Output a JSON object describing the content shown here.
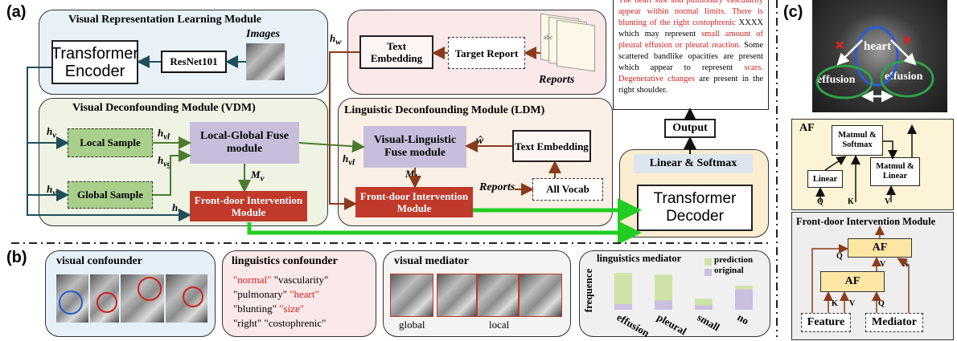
{
  "labels": {
    "a": "(a)",
    "b": "(b)",
    "c": "(c)"
  },
  "vrl": {
    "title": "Visual Representation Learning Module",
    "images": "Images",
    "resnet": "ResNet101",
    "encoder": "Transformer Encoder"
  },
  "vdm": {
    "title": "Visual Deconfounding Module (VDM)",
    "local": "Local Sample",
    "global": "Global Sample",
    "fuse": "Local-Global Fuse module",
    "fdi": "Front-door Intervention Module",
    "hv": "h",
    "hv_sub": "v",
    "hvl": "h",
    "hvl_sub": "vl",
    "hvg": "h",
    "hvg_sub": "vg",
    "mv": "M",
    "mv_sub": "v"
  },
  "top": {
    "hw": "h",
    "hw_sub": "w",
    "text_embedding": "Text Embedding",
    "target_report": "Target Report",
    "reports": "Reports",
    "doc_text": "abc"
  },
  "ldm": {
    "title": "Linguistic Deconfounding Module (LDM)",
    "vl_fuse": "Visual-Linguistic Fuse module",
    "text_embedding": "Text Embedding",
    "fdi": "Front-door Intervention Module",
    "all_vocab": "All Vocab",
    "reports": "Reports",
    "w_hat": "ŵ",
    "hvl": "h",
    "hvl_sub": "vl",
    "ml": "M",
    "ml_sub": "l"
  },
  "report_text": [
    {
      "t": "The heart size and pulmonary vascularity appear within normal limits. There is blunting of the right costophrenic",
      "red": true
    },
    {
      "t": " XXXX which may represent ",
      "red": false
    },
    {
      "t": "small amount of pleural effusion or pleural reaction.",
      "red": true
    },
    {
      "t": " Some scattered bandlike opacities are present which appear to represent ",
      "red": false
    },
    {
      "t": "scars. Degenerative changes",
      "red": true
    },
    {
      "t": " are present in the right shoulder.",
      "red": false
    }
  ],
  "decoder": {
    "output": "Output",
    "linear_softmax": "Linear & Softmax",
    "decoder": "Transformer Decoder"
  },
  "panel_b": {
    "visual_confounder": "visual confounder",
    "linguistics_confounder": "linguistics confounder",
    "words": [
      [
        {
          "w": "\"normal\"",
          "red": true
        },
        {
          "w": "\"vascularity\"",
          "red": false
        }
      ],
      [
        {
          "w": "\"pulmonary\"",
          "red": false
        },
        {
          "w": "\"heart\"",
          "red": true
        }
      ],
      [
        {
          "w": "\"blunting\"",
          "red": false
        },
        {
          "w": "\"size\"",
          "red": true
        }
      ],
      [
        {
          "w": "\"right\"",
          "red": false
        },
        {
          "w": "\"costophrenic\"",
          "red": false
        }
      ]
    ],
    "visual_mediator": "visual mediator",
    "global": "global",
    "local": "local",
    "linguistics_mediator": "linguistics mediator",
    "legend_prediction": "prediction",
    "legend_original": "original",
    "frequence": "frequence",
    "bar_labels": [
      "effusion",
      "pleural",
      "small",
      "no"
    ],
    "bars": [
      {
        "prediction": 0.85,
        "original": 0.15
      },
      {
        "prediction": 0.7,
        "original": 0.25
      },
      {
        "prediction": 0.18,
        "original": 0.12
      },
      {
        "prediction": 0.1,
        "original": 0.55
      }
    ],
    "colors": {
      "prediction": "#cfe3a8",
      "original": "#c9bfdf"
    }
  },
  "panel_c": {
    "heart": "heart",
    "effusion_left": "effusion",
    "effusion_right": "effusion",
    "af_title": "AF",
    "matmul_softmax": "Matmul & Softmax",
    "linear": "Linear",
    "matmul_linear": "Matmul & Linear",
    "q": "Q",
    "k": "K",
    "v": "V",
    "fdi_title": "Front-door Intervention Module",
    "af1": "AF",
    "af2": "AF",
    "feature": "Feature",
    "mediator": "Mediator"
  }
}
